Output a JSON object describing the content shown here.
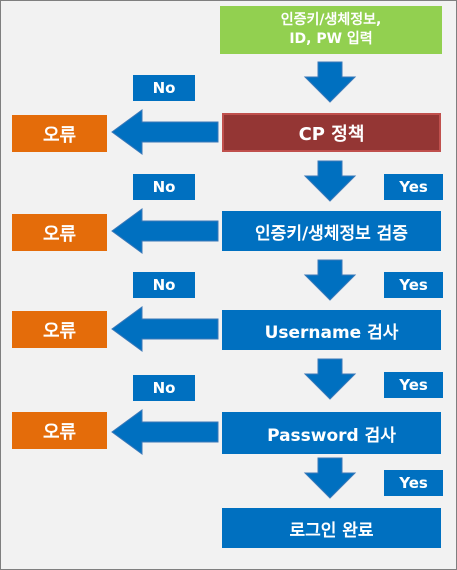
{
  "steps": {
    "input": "인증키/생체정보,\nID, PW 입력",
    "cp_policy": "CP 정책",
    "auth_check": "인증키/생체정보 검증",
    "username_check": "Username 검사",
    "password_check": "Password 검사",
    "login_complete": "로그인 완료"
  },
  "labels": {
    "no": "No",
    "yes": "Yes",
    "error": "오류"
  },
  "colors": {
    "input": "#92d050",
    "cp_policy": "#943634",
    "step": "#0070c0",
    "error": "#e46c0a",
    "arrow": "#0070c0",
    "background": "#f2f2f2"
  }
}
